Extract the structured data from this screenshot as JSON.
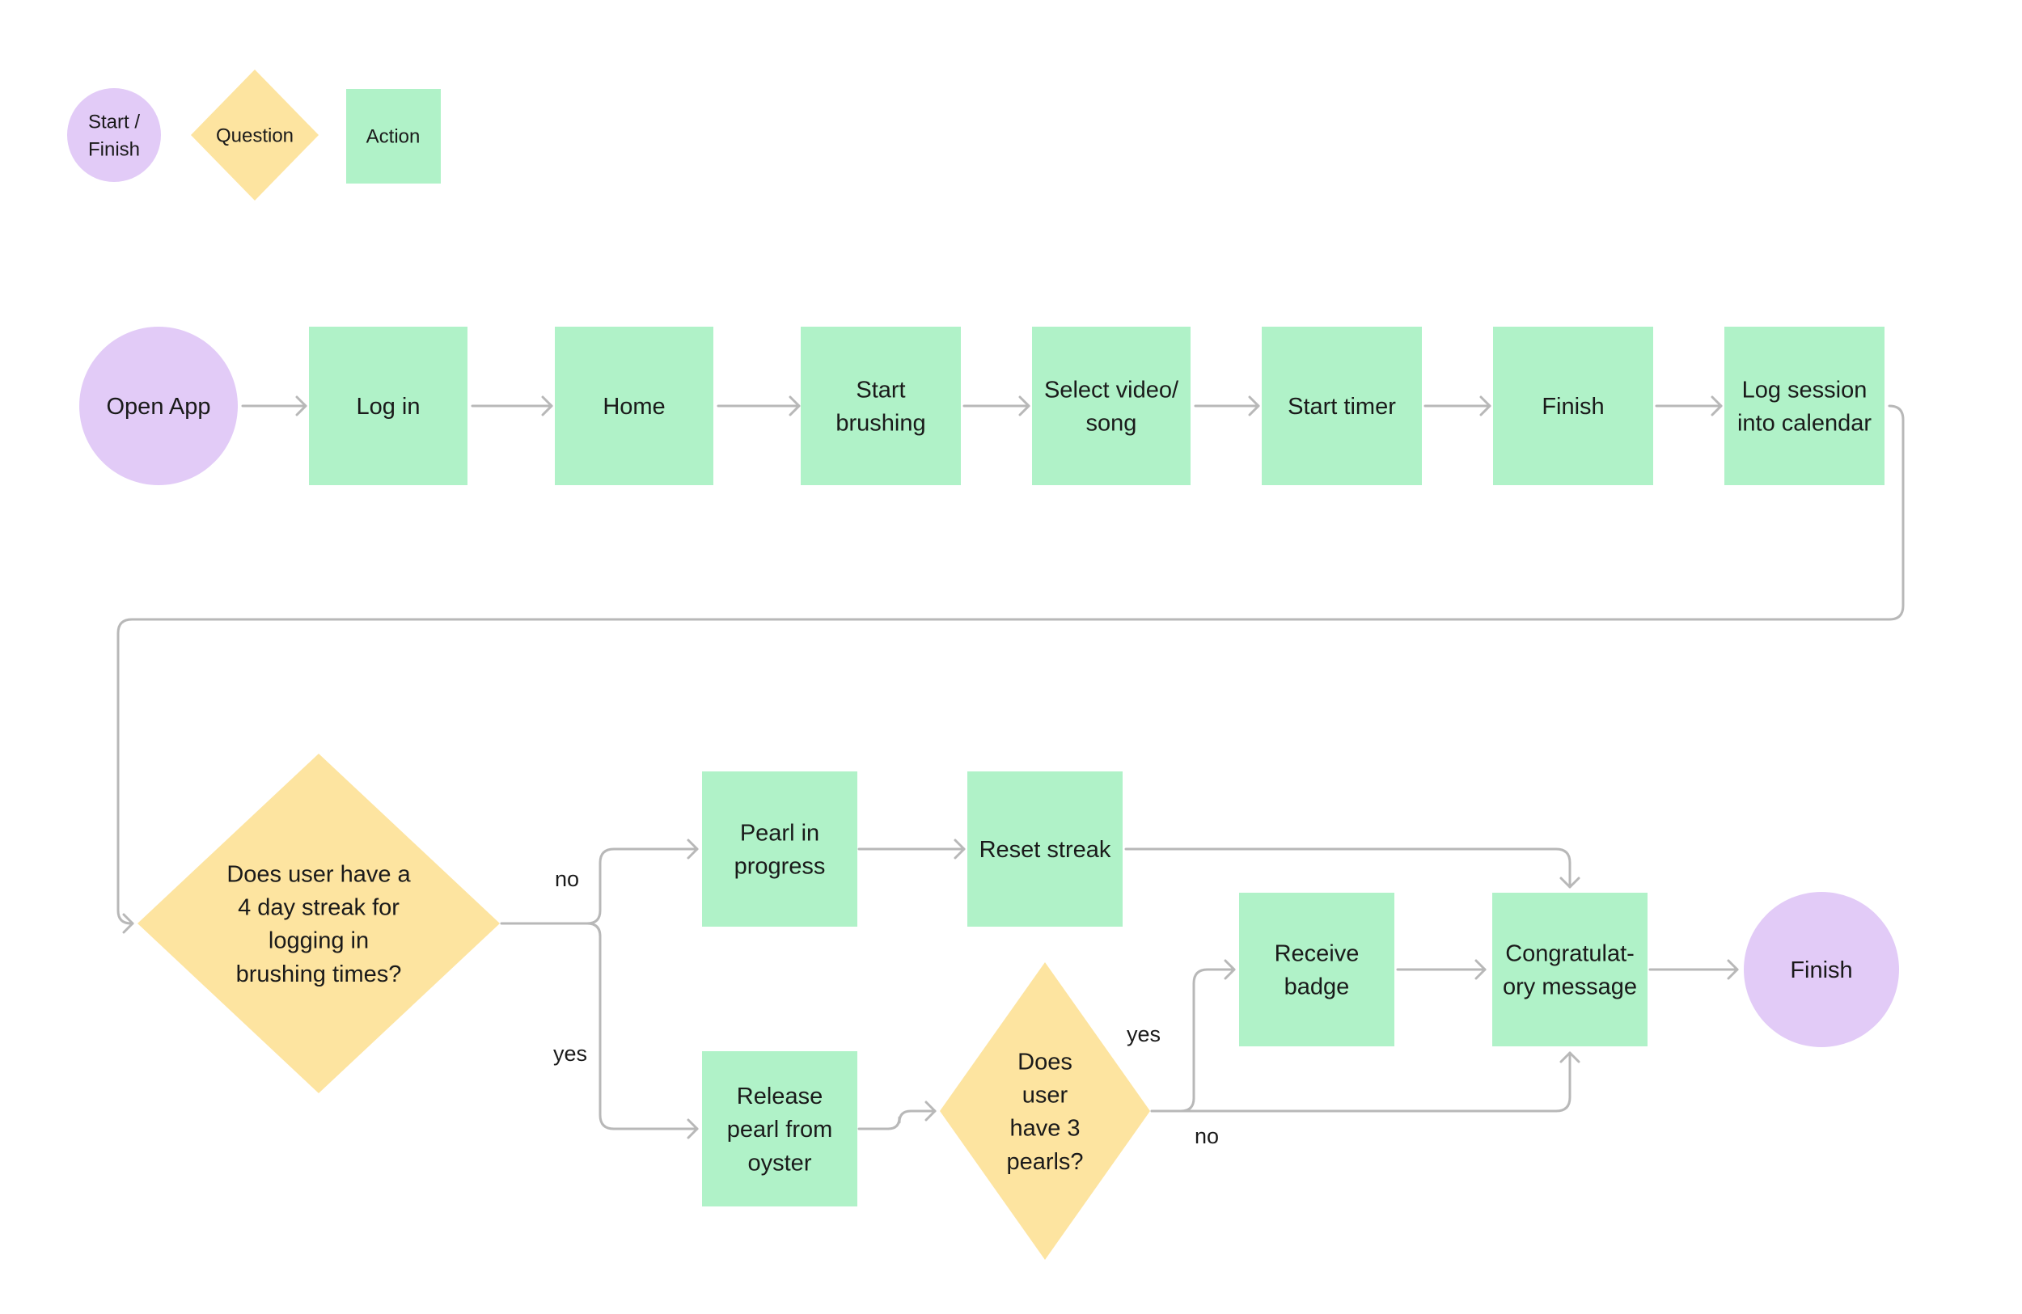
{
  "legend": {
    "terminal": "Start /\nFinish",
    "question": "Question",
    "action": "Action"
  },
  "nodes": {
    "open_app": "Open App",
    "log_in": "Log in",
    "home": "Home",
    "start_brushing": "Start\nbrushing",
    "select_video": "Select video/\nsong",
    "start_timer": "Start timer",
    "finish_action": "Finish",
    "log_session": "Log session\ninto calendar",
    "streak_question": "Does user have a\n4 day streak for\nlogging in\nbrushing times?",
    "pearl_in_progress": "Pearl in\nprogress",
    "reset_streak": "Reset streak",
    "release_pearl": "Release\npearl from\noyster",
    "pearls_question": "Does\nuser\nhave 3\npearls?",
    "receive_badge": "Receive\nbadge",
    "congrats": "Congratulat-\nory message",
    "finish_terminal": "Finish"
  },
  "edge_labels": {
    "streak_no": "no",
    "streak_yes": "yes",
    "pearls_yes": "yes",
    "pearls_no": "no"
  },
  "colors": {
    "terminal": "#e2cbf7",
    "action": "#b0f2c8",
    "question": "#fde4a0",
    "connector": "#b8b8b8",
    "text": "#1a1a1a"
  }
}
